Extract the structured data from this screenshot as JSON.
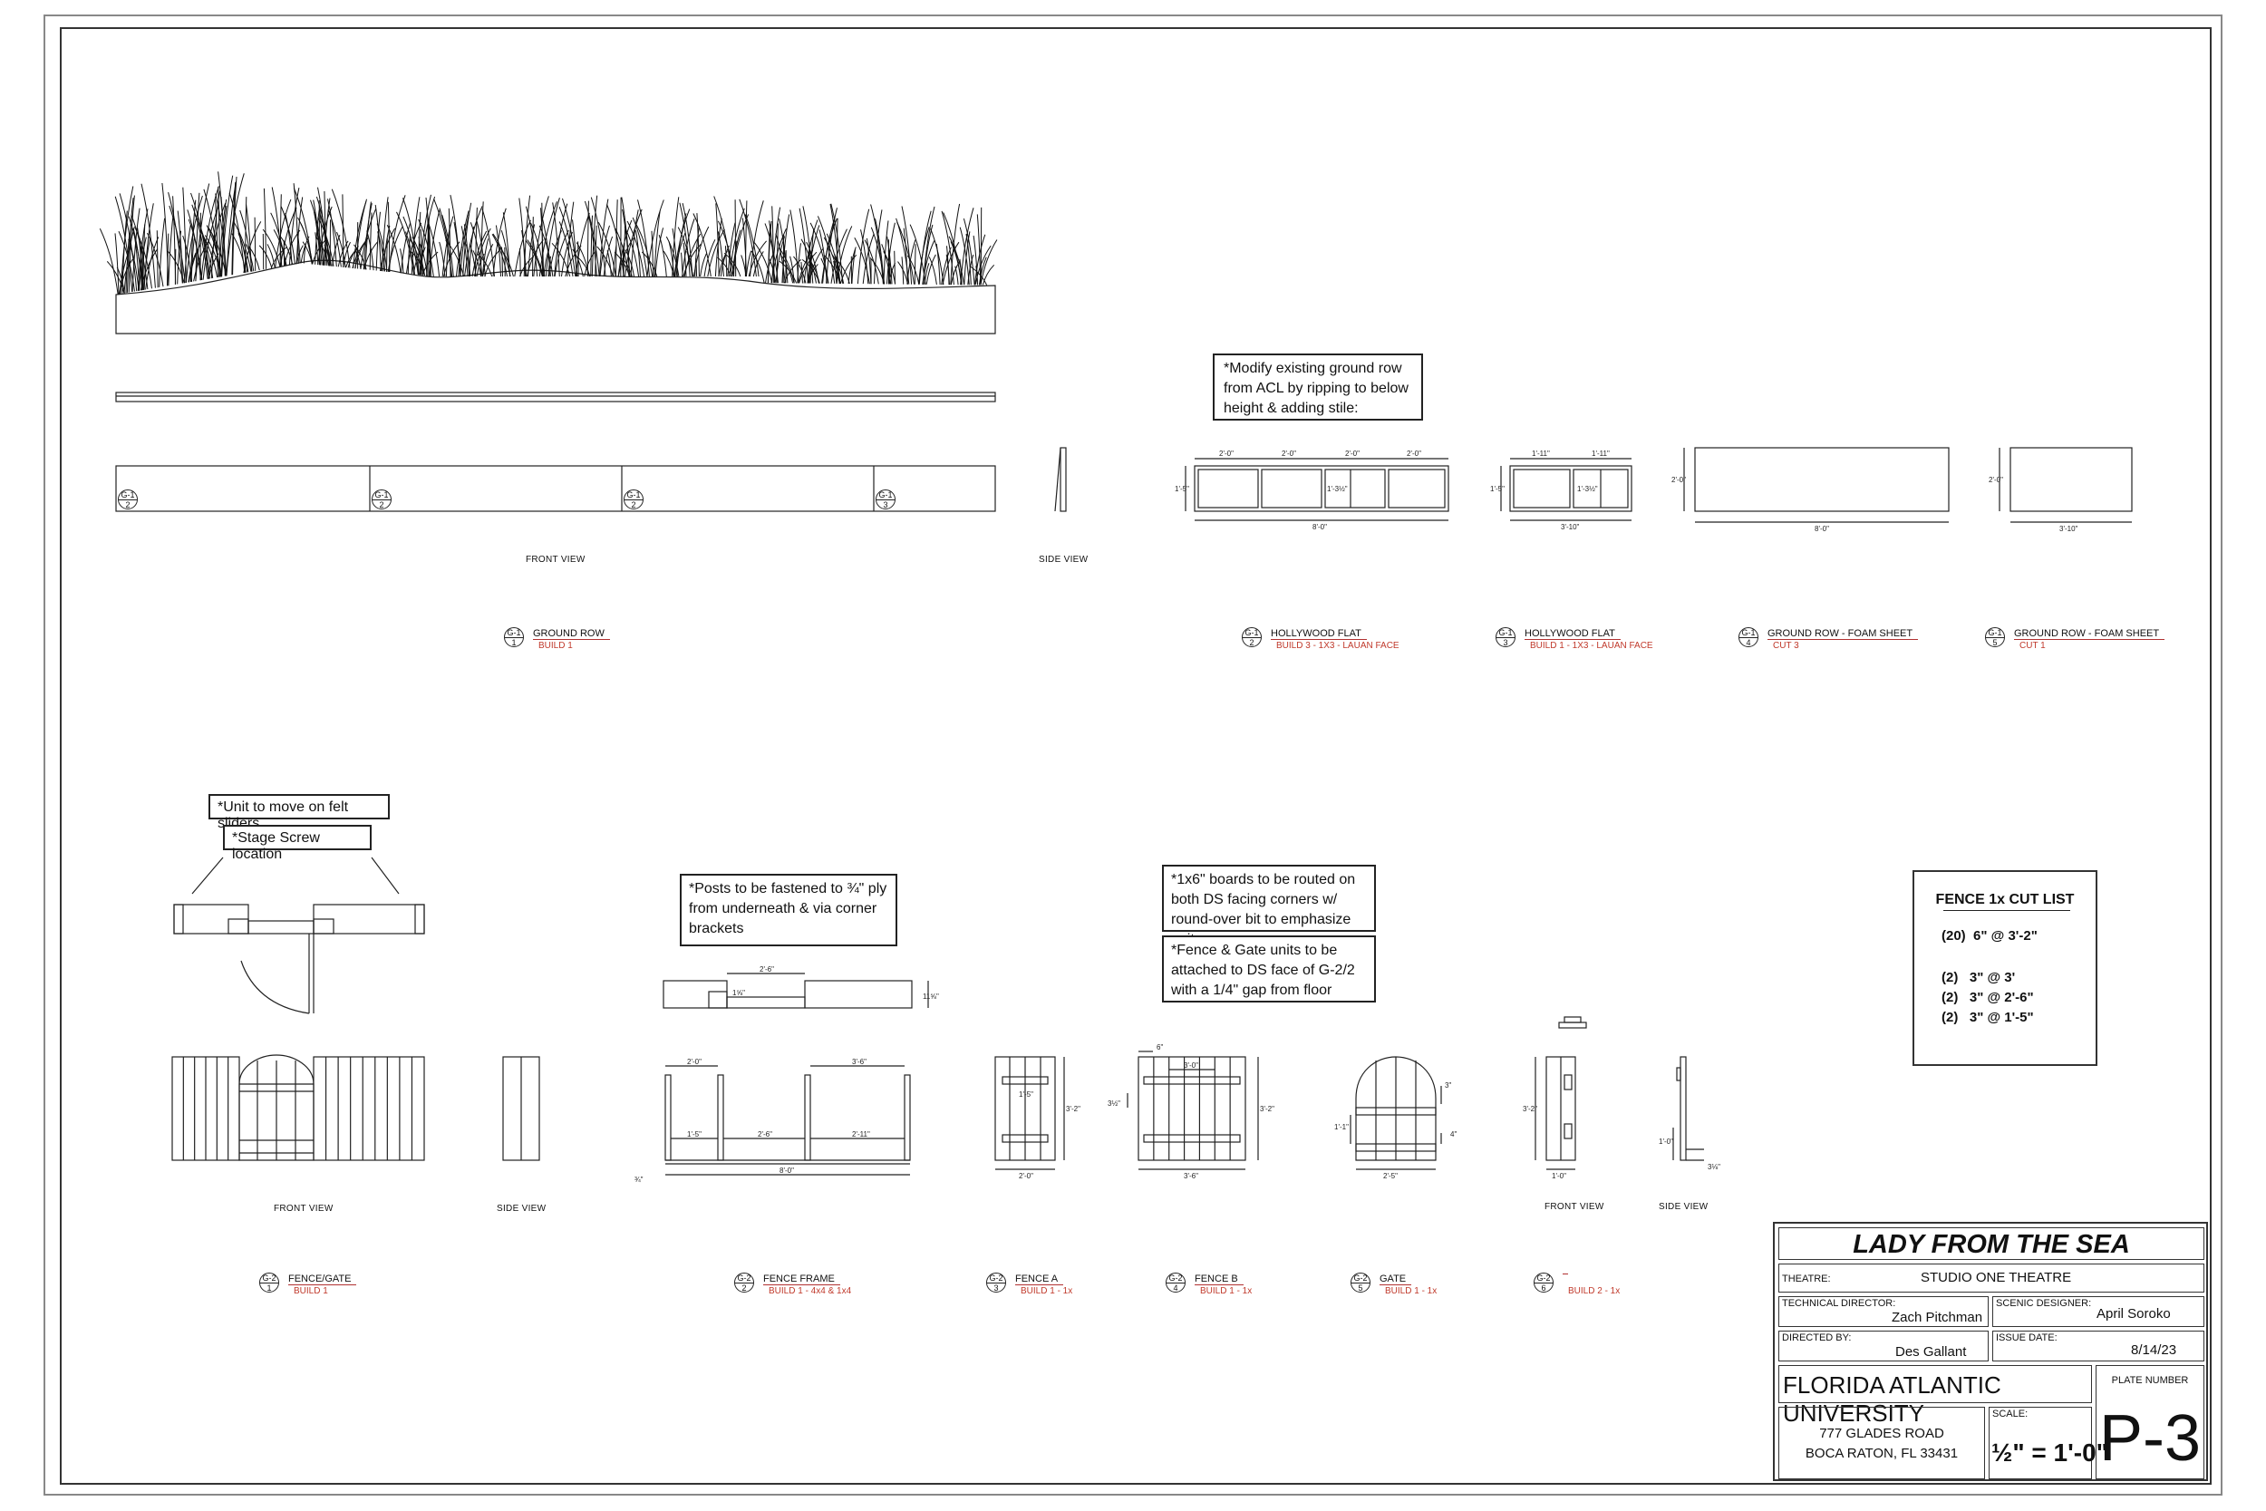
{
  "sheet": {
    "notes": {
      "modify_ground_row": "*Modify existing ground row from ACL by ripping to below height & adding stile:",
      "felt_sliders": "*Unit to move on felt sliders",
      "stage_screw": "*Stage Screw location",
      "posts_fastened": "*Posts to be fastened to ¾\" ply from underneath & via corner brackets",
      "boards_routed": "*1x6\" boards to be routed on both DS facing corners w/ round-over bit to emphasize unit",
      "fence_gate_attached": "*Fence & Gate units to be attached to DS face of G-2/2 with a 1/4\" gap from floor"
    },
    "view_labels": {
      "front_view_top": "FRONT VIEW",
      "side_view_top": "SIDE VIEW",
      "front_view_bottom": "FRONT VIEW",
      "side_view_bottom": "SIDE VIEW",
      "front_view_g26": "FRONT VIEW",
      "side_view_g26": "SIDE VIEW"
    },
    "section_markers": [
      "G-1",
      "G-1",
      "G-1",
      "G-1"
    ],
    "section_marker_nums": [
      "2",
      "2",
      "2",
      "3"
    ],
    "details": [
      {
        "sheet": "G-1",
        "num": "1",
        "title": "GROUND ROW",
        "sub": "BUILD 1"
      },
      {
        "sheet": "G-1",
        "num": "2",
        "title": "HOLLYWOOD FLAT",
        "sub": "BUILD 3 - 1X3 - LAUAN FACE"
      },
      {
        "sheet": "G-1",
        "num": "3",
        "title": "HOLLYWOOD FLAT",
        "sub": "BUILD 1 - 1X3 - LAUAN FACE"
      },
      {
        "sheet": "G-1",
        "num": "4",
        "title": "GROUND ROW - FOAM SHEET",
        "sub": "CUT 3"
      },
      {
        "sheet": "G-1",
        "num": "5",
        "title": "GROUND ROW - FOAM SHEET",
        "sub": "CUT 1"
      },
      {
        "sheet": "G-2",
        "num": "1",
        "title": "FENCE/GATE",
        "sub": "BUILD 1"
      },
      {
        "sheet": "G-2",
        "num": "2",
        "title": "FENCE FRAME",
        "sub": "BUILD 1 - 4x4 & 1x4"
      },
      {
        "sheet": "G-2",
        "num": "3",
        "title": "FENCE A",
        "sub": "BUILD 1 - 1x"
      },
      {
        "sheet": "G-2",
        "num": "4",
        "title": "FENCE B",
        "sub": "BUILD 1 - 1x"
      },
      {
        "sheet": "G-2",
        "num": "5",
        "title": "GATE",
        "sub": "BUILD 1 - 1x"
      },
      {
        "sheet": "G-2",
        "num": "6",
        "title": "",
        "sub": "BUILD 2 - 1x"
      }
    ],
    "dims": {
      "g12": [
        "2'-0\"",
        "2'-0\"",
        "2'-0\"",
        "2'-0\"",
        "1'-5\"",
        "1'-3½\"",
        "8'-0\""
      ],
      "g13": [
        "1'-11\"",
        "1'-11\"",
        "1'-5\"",
        "1'-3½\"",
        "3'-10\""
      ],
      "g14": [
        "2'-0\"",
        "8'-0\""
      ],
      "g15": [
        "2'-0\"",
        "3'-10\""
      ],
      "g22_plan": [
        "2'-6\"",
        "1⅝\"",
        "11⅝\""
      ],
      "g22_elev": [
        "2'-0\"",
        "3'-6\"",
        "1'-5\"",
        "2'-6\"",
        "2'-11\"",
        "8'-0\"",
        "¾\""
      ],
      "fence_a": [
        "1'-5\"",
        "3'-2\"",
        "2'-0\""
      ],
      "fence_b": [
        "6\"",
        "3'-0\"",
        "3½\"",
        "3'-2\"",
        "3'-6\""
      ],
      "gate": [
        "3\"",
        "1'-1\"",
        "4\"",
        "2'-5\""
      ],
      "g26": [
        "3'-2\"",
        "1'-0\"",
        "1'-0\"",
        "3⅛\""
      ]
    },
    "cut_list": {
      "title": "FENCE 1x CUT LIST",
      "rows": [
        {
          "qty": "(20)",
          "desc": "6\" @ 3'-2\""
        },
        {
          "qty": "(2)",
          "desc": "3\" @ 3'"
        },
        {
          "qty": "(2)",
          "desc": "3\" @ 2'-6\""
        },
        {
          "qty": "(2)",
          "desc": "3\" @ 1'-5\""
        }
      ]
    },
    "title_block": {
      "show": "LADY FROM THE SEA",
      "theatre_label": "THEATRE:",
      "theatre": "STUDIO ONE THEATRE",
      "td_label": "TECHNICAL DIRECTOR:",
      "td": "Zach Pitchman",
      "designer_label": "SCENIC DESIGNER:",
      "designer": "April Soroko",
      "director_label": "DIRECTED BY:",
      "director": "Des Gallant",
      "issue_label": "ISSUE DATE:",
      "issue_date": "8/14/23",
      "university": "FLORIDA ATLANTIC UNIVERSITY",
      "plate_label": "PLATE NUMBER",
      "address1": "777 GLADES ROAD",
      "address2": "BOCA RATON, FL 33431",
      "scale_label": "SCALE:",
      "scale": "½\" = 1'-0\"",
      "plate": "P-3"
    }
  }
}
